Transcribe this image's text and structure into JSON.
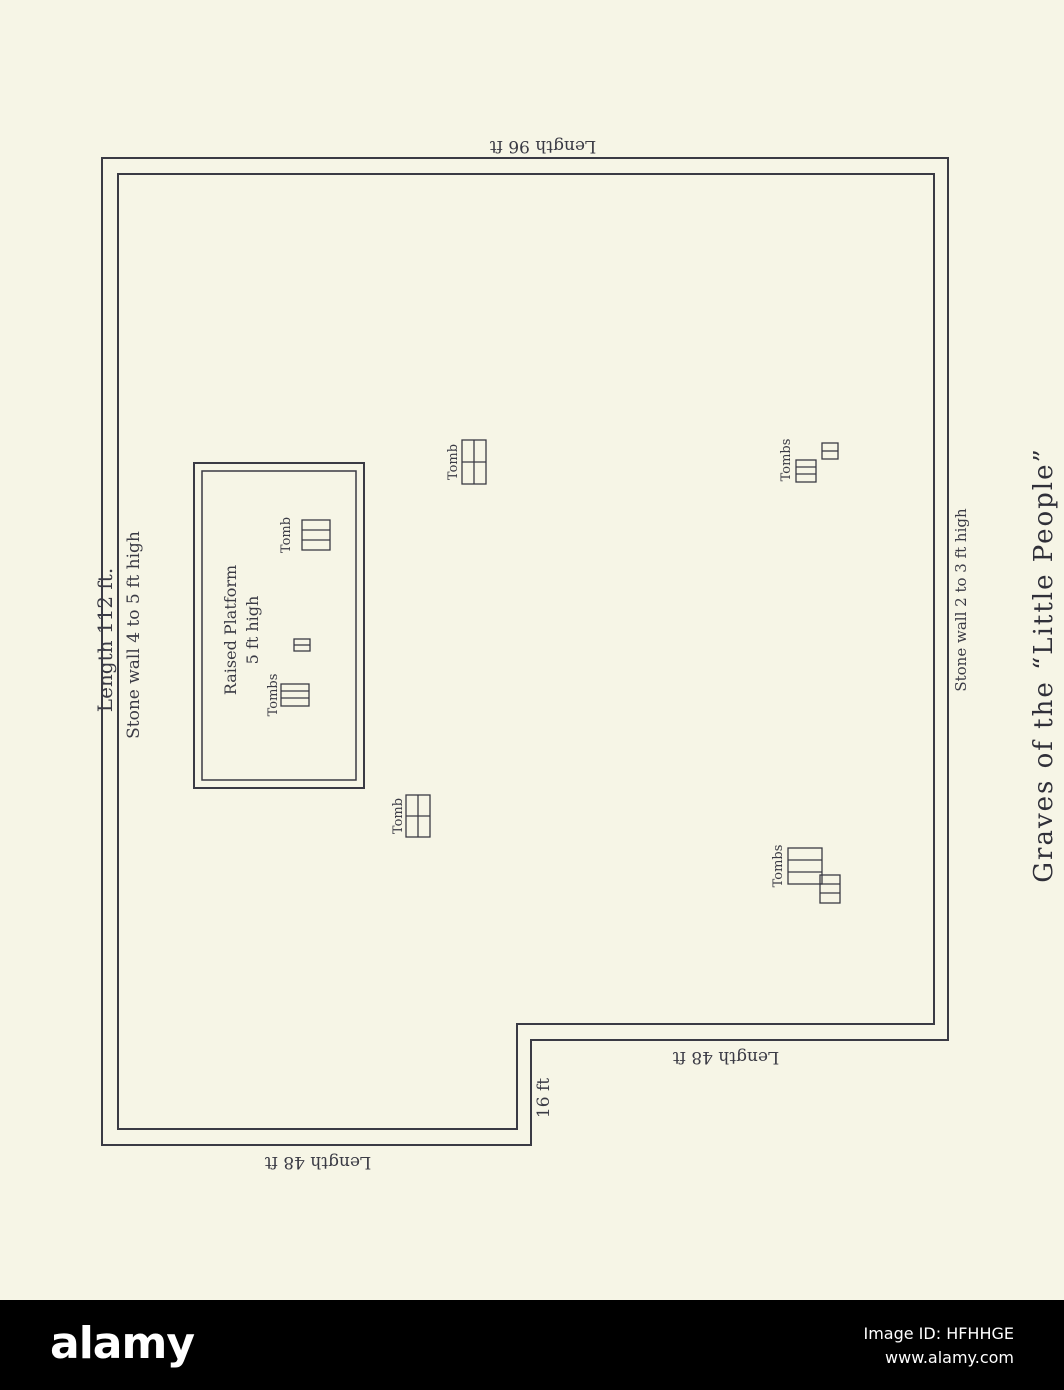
{
  "diagram": {
    "caption": "Graves of the “Little People”",
    "labels": {
      "length_112": "Length 112 ft.",
      "wall_north": "Stone wall 4 to 5 ft high",
      "length_96": "Length 96 ft",
      "wall_south": "Stone wall 2 to 3 ft high",
      "length_48_inner": "Length 48 ft",
      "length_48_bottom": "Length 48 ft",
      "notch_16": "16 ft",
      "platform_line1": "Raised Platform",
      "platform_line2": "5 ft high",
      "tombs_platform_left": "Tombs",
      "tomb_platform_right": "Tomb",
      "tomb_center_upper": "Tomb",
      "tomb_center_lower": "Tomb",
      "tombs_right_upper": "Tombs",
      "tombs_right_lower": "Tombs"
    }
  },
  "footer": {
    "brand": "alamy",
    "image_id": "Image ID: HFHHGE",
    "site": "www.alamy.com"
  },
  "colors": {
    "paper": "#f6f5e6",
    "ink": "#3a3a44",
    "footer_bg": "#000000"
  }
}
